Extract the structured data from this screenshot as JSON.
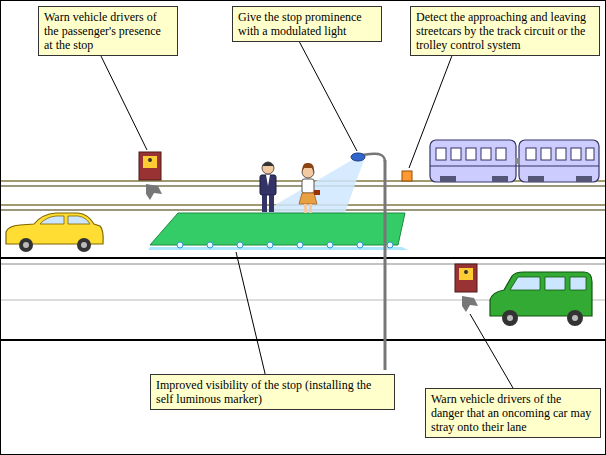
{
  "diagram": {
    "nodes": [
      {
        "text": [
          "Warn vehicle drivers of the passenger's presence at the stop"
        ]
      },
      {
        "text": [
          "Give the stop prominence with a modulated light"
        ]
      },
      {
        "text": [
          "Detect the approaching and leaving streetcars by the track circuit or the trolley control system"
        ]
      },
      {
        "text": [
          "Improved visibility of the stop (installing the self luminous marker)"
        ]
      },
      {
        "text": [
          "Warn vehicle drivers of the danger that an oncoming car may stray onto their lane"
        ]
      }
    ]
  }
}
